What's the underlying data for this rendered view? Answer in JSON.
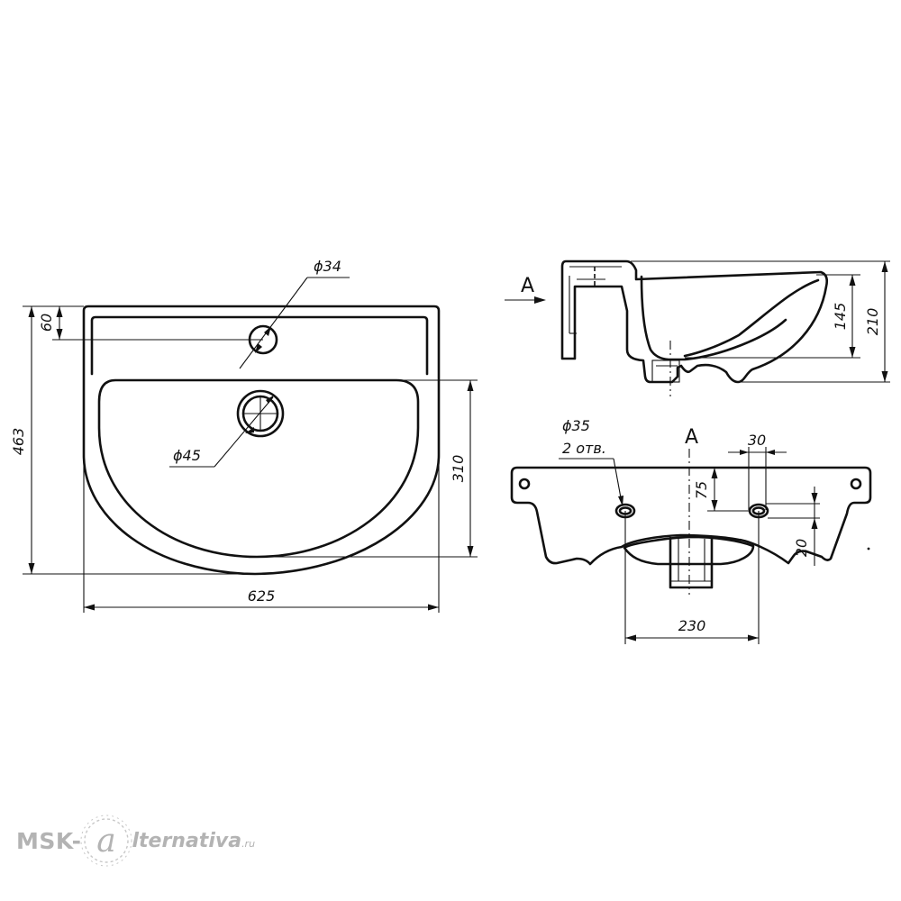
{
  "top_view": {
    "dims": {
      "width": "625",
      "height": "463",
      "shelf_depth": "60",
      "bowl_depth": "310"
    },
    "holes": {
      "tap_hole": "ϕ34",
      "drain_hole": "ϕ45"
    }
  },
  "side_view": {
    "section_marker": "A",
    "dims": {
      "bowl_height": "145",
      "total_height": "210"
    }
  },
  "rear_view": {
    "view_label": "A",
    "holes": {
      "diameter": "ϕ35",
      "count": "2 отв."
    },
    "dims": {
      "hole_spacing": "230",
      "hole_height": "75",
      "hole_offset": "30",
      "hole_rise": "20"
    }
  },
  "watermark": {
    "left": "MSK-",
    "right": "lternativa",
    "tld": ".ru"
  },
  "colors": {
    "line": "#111111",
    "watermark": "#b3b3b3"
  }
}
